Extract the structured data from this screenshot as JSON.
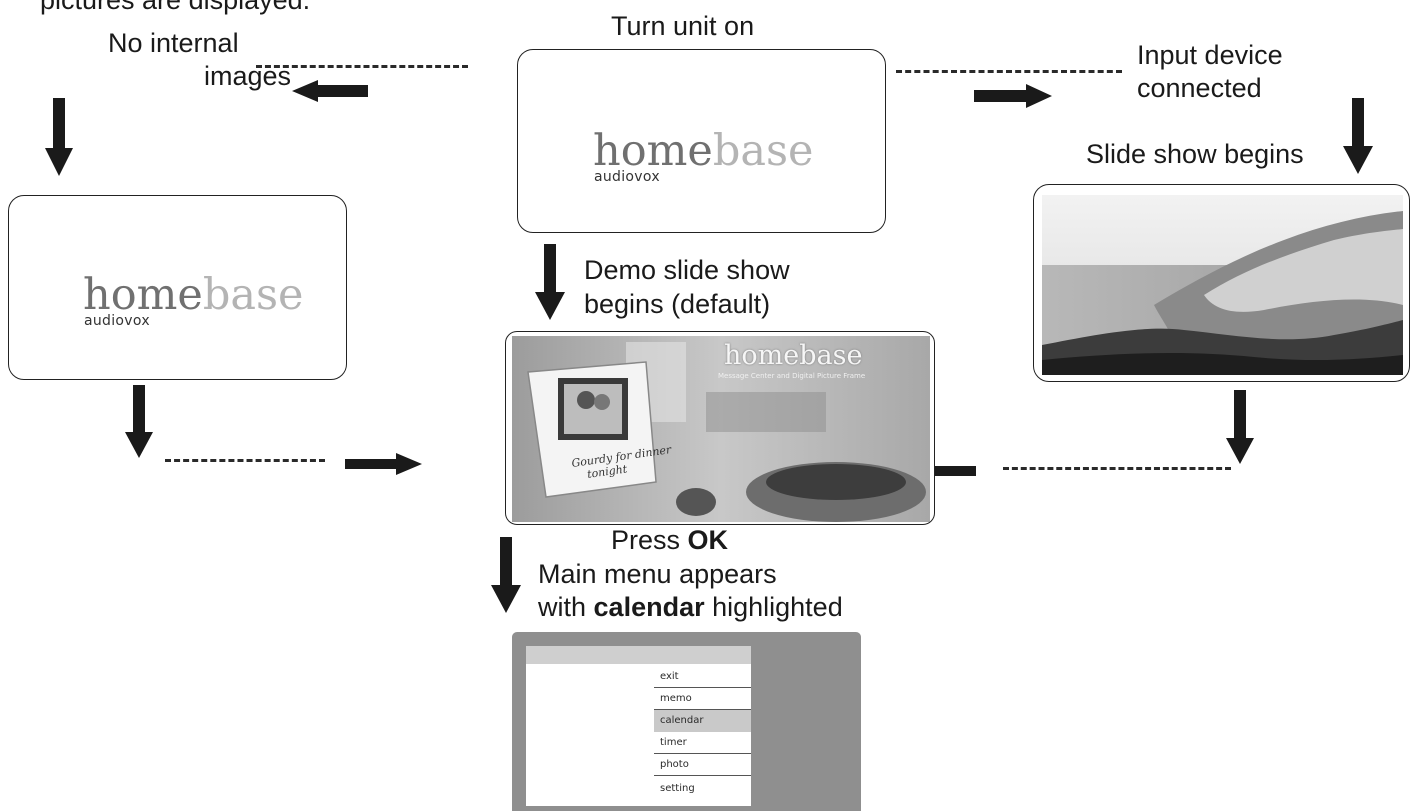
{
  "labels": {
    "top_cut": "pictures are displayed.",
    "turn_on": "Turn unit on",
    "no_internal_line1": "No internal",
    "no_internal_line2": "images",
    "input_line1": "Input device",
    "input_line2": "connected",
    "slide_show": "Slide show begins",
    "demo_line1": "Demo slide show",
    "demo_line2": "begins (default)",
    "press": "Press ",
    "ok": "OK",
    "main_menu": "Main menu appears",
    "with": "with ",
    "calendar": "calendar",
    "highlighted": " highlighted"
  },
  "logo": {
    "home": "home",
    "base": "base",
    "brand": "audiovox"
  },
  "demo_photo": {
    "logo_small": "homebase",
    "caption": "Message Center and Digital Picture Frame",
    "handwriting_line1": "Gourdy for dinner",
    "handwriting_line2": "tonight"
  },
  "menu": {
    "items": [
      "exit",
      "memo",
      "calendar",
      "timer",
      "photo",
      "setting"
    ],
    "highlighted": "calendar"
  }
}
